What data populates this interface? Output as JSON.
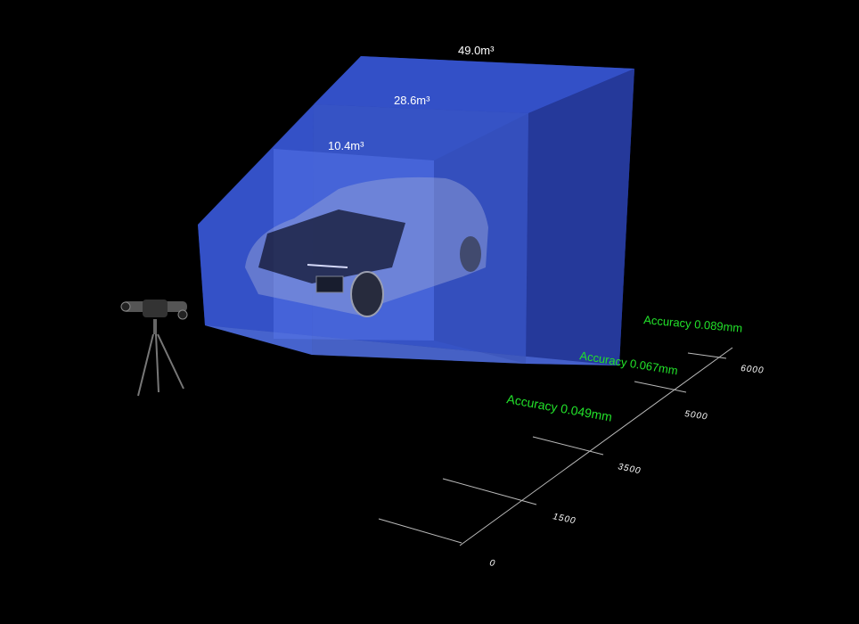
{
  "volumes": [
    {
      "label": "49.0m³"
    },
    {
      "label": "28.6m³"
    },
    {
      "label": "10.4m³"
    }
  ],
  "accuracy": [
    {
      "label": "Accuracy 0.089mm"
    },
    {
      "label": "Accuracy 0.067mm"
    },
    {
      "label": "Accuracy 0.049mm"
    }
  ],
  "distance_ticks": [
    "0",
    "1500",
    "3500",
    "5000",
    "6000"
  ],
  "colors": {
    "box": "#3d5fe0",
    "accuracy": "#22e22a",
    "axis": "#cccccc"
  }
}
